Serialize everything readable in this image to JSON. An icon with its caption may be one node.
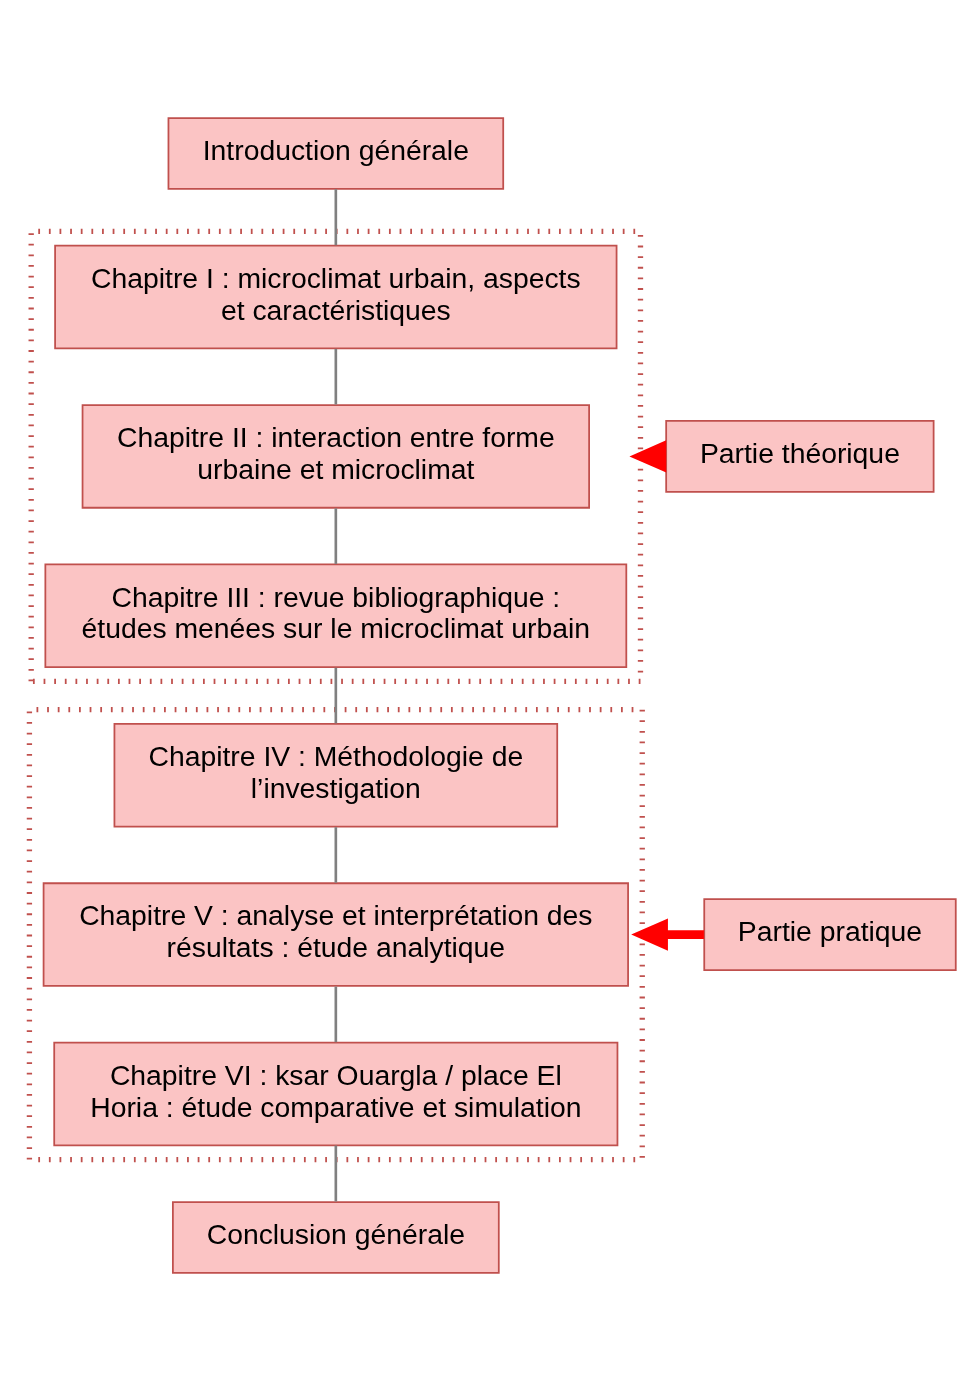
{
  "diagram": {
    "nodes": [
      {
        "text": [
          "Introduction générale"
        ]
      },
      {
        "text": [
          "Partie théorique"
        ]
      },
      {
        "text": [],
        "shape": "box"
      },
      {
        "text": [
          "Chapitre I : microclimat urbain, aspects et caractéristiques"
        ],
        "in": 2
      },
      {
        "text": [
          "Chapitre II : interaction entre forme urbaine et microclimat"
        ],
        "in": 2
      },
      {
        "text": [
          "Chapitre III : revue bibliographique : études menées sur le microclimat urbain"
        ],
        "in": 2
      },
      {
        "text": [
          "Partie pratique"
        ]
      },
      {
        "text": [],
        "shape": "box"
      },
      {
        "text": [
          "Chapitre IV : Méthodologie de l’investigation"
        ],
        "in": 7
      },
      {
        "text": [
          "Chapitre V : analyse et interprétation des résultats : étude analytique"
        ],
        "in": 7
      },
      {
        "text": [
          "Chapitre VI : ksar Ouargla / place El Horia : étude comparative et simulation"
        ],
        "in": 7
      },
      {
        "text": [
          "Conclusion générale"
        ]
      }
    ],
    "edges": [
      {
        "from": 0,
        "to": 3,
        "arrow": "none"
      },
      {
        "from": 3,
        "to": 4,
        "arrow": "none"
      },
      {
        "from": 4,
        "to": 5,
        "arrow": "none"
      },
      {
        "from": 5,
        "to": 8,
        "arrow": "none"
      },
      {
        "from": 8,
        "to": 9,
        "arrow": "none"
      },
      {
        "from": 9,
        "to": 10,
        "arrow": "none"
      },
      {
        "from": 10,
        "to": 11,
        "arrow": "none"
      },
      {
        "from": 1,
        "to": 2,
        "arrow": "to",
        "style": "thick",
        "color": "#ff0000"
      },
      {
        "from": 6,
        "to": 7,
        "arrow": "to",
        "style": "thick",
        "color": "#ff0000"
      }
    ]
  }
}
